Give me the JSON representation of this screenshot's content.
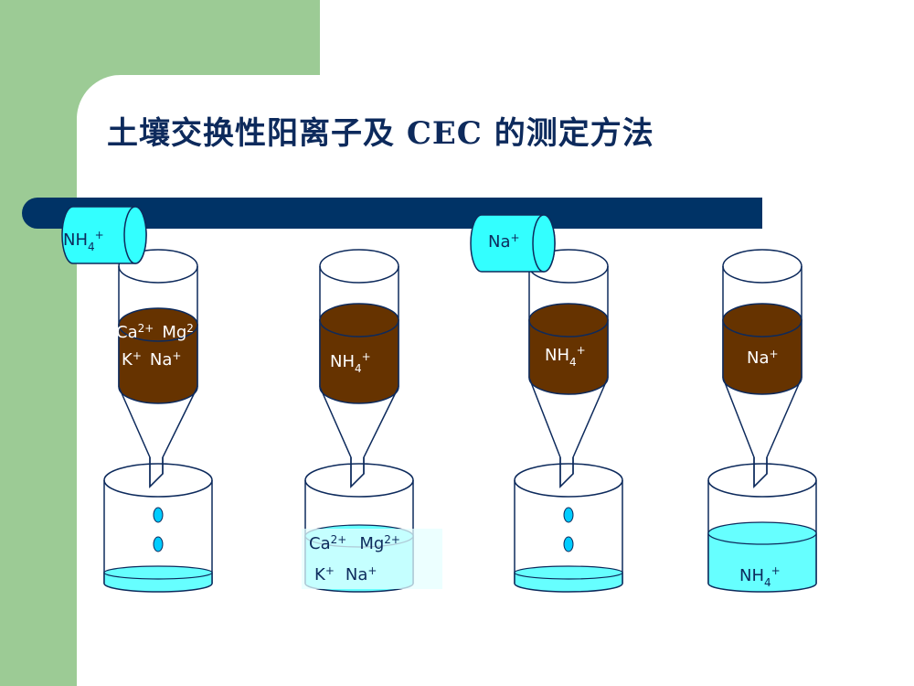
{
  "title": "土壤交换性阳离子及 CEC 的测定方法",
  "colors": {
    "sidebar": "#9ccb95",
    "bar": "#003366",
    "soil": "#663300",
    "solution": "#66ffff",
    "outline": "#0d2a5c"
  },
  "reagents": [
    {
      "ion": "NH",
      "sub": "4",
      "sup": "+"
    },
    {
      "ion": "Na",
      "sub": "",
      "sup": "+"
    }
  ],
  "columns": [
    {
      "lines": [
        {
          "a": "Ca",
          "a_sup": "2+",
          "b": "Mg",
          "b_sup": "2"
        },
        {
          "a": "K",
          "a_sup": "+",
          "b": "Na",
          "b_sup": "+"
        }
      ]
    },
    {
      "ion": "NH",
      "sub": "4",
      "sup": "+"
    },
    {
      "ion": "NH",
      "sub": "4",
      "sup": "+"
    },
    {
      "ion": "Na",
      "sup": "+"
    }
  ],
  "beakers": [
    {
      "drops": true
    },
    {
      "lines": [
        {
          "a": "Ca",
          "a_sup": "2+",
          "b": "Mg",
          "b_sup": "2+"
        },
        {
          "a": "K",
          "a_sup": "+",
          "b": "Na",
          "b_sup": "+"
        }
      ]
    },
    {
      "drops": true
    },
    {
      "ion": "NH",
      "sub": "4",
      "sup": "+"
    }
  ]
}
